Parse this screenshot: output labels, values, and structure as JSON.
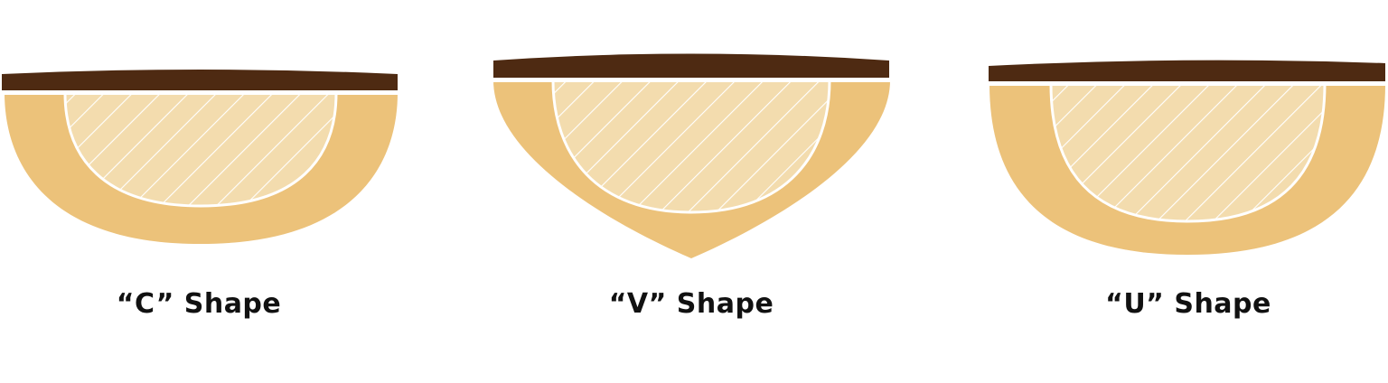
{
  "profiles": [
    {
      "key": "c",
      "label": "“C” Shape"
    },
    {
      "key": "v",
      "label": "“V” Shape"
    },
    {
      "key": "u",
      "label": "“U” Shape"
    }
  ],
  "colors": {
    "fretboard": "#4e2a12",
    "neck_wood": "#ecc27a",
    "inner_area": "#f3dcae",
    "hatch": "#ffffff",
    "outline": "#ffffff",
    "caption_text": "#111111"
  }
}
